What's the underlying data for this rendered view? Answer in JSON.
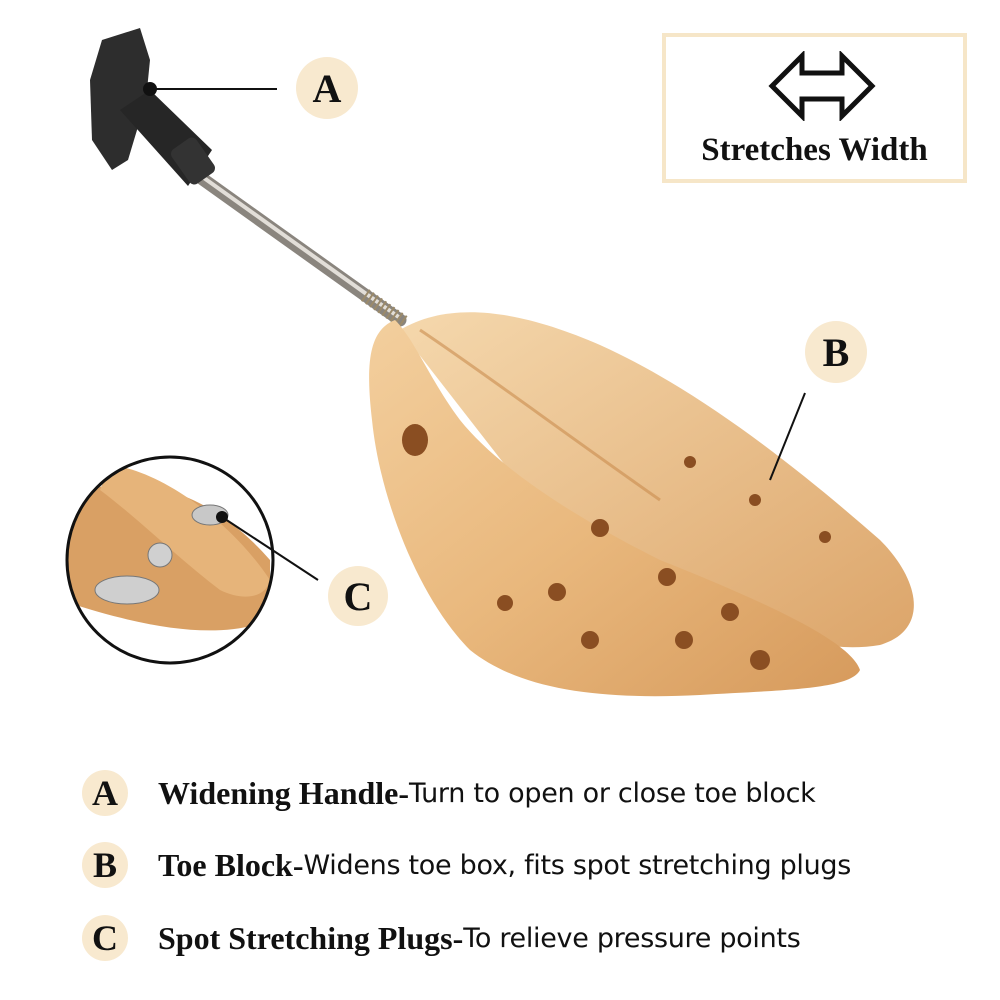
{
  "callout": {
    "icon": "double-arrow-horizontal-icon",
    "label": "Stretches Width"
  },
  "markers": {
    "a": "A",
    "b": "B",
    "c": "C"
  },
  "legend": [
    {
      "letter": "A",
      "term": "Widening Handle",
      "separator": "-",
      "description": " Turn to open or close toe block"
    },
    {
      "letter": "B",
      "term": "Toe Block",
      "separator": "-",
      "description": " Widens toe box, fits spot stretching plugs"
    },
    {
      "letter": "C",
      "term": "Spot Stretching Plugs",
      "separator": "-",
      "description": " To relieve pressure points"
    }
  ],
  "colors": {
    "badge_bg": "#f8e9cf",
    "wood": "#e8b77e",
    "handle": "#2b2b2b",
    "rod": "#b5b0a8"
  }
}
